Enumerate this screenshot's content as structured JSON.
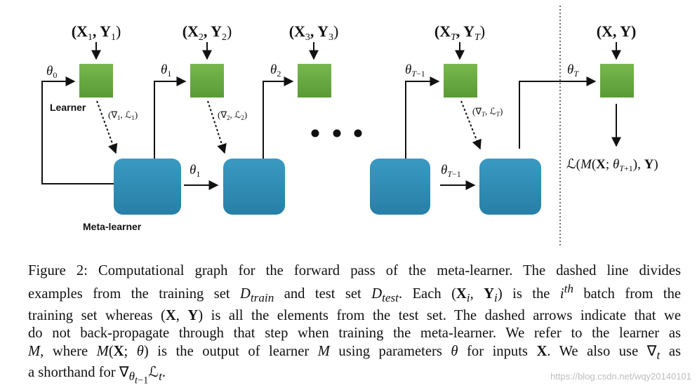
{
  "diagram": {
    "inputs": [
      "(X₁, Y₁)",
      "(X₂, Y₂)",
      "(X₃, Y₃)",
      "(X_T, Y_T)",
      "(X, Y)"
    ],
    "learner_params": [
      "θ₀",
      "θ₁",
      "θ₂",
      "θ_{T−1}",
      "θ_T"
    ],
    "gradient_labels": [
      "(∇₁, ℒ₁)",
      "(∇₂, ℒ₂)",
      "(∇_T, ℒ_T)"
    ],
    "meta_params": [
      "θ₁",
      "θ_{T−1}"
    ],
    "learner_label": "Learner",
    "meta_learner_label": "Meta-learner",
    "output_label": "ℒ(M(X; θ_{T+1}), Y)",
    "ellipsis": "• • •",
    "colors": {
      "learner": "#6aa844",
      "meta_learner": "#2f8db3"
    }
  },
  "caption": {
    "lines": [
      "Figure 2: Computational graph for the forward pass of the meta-learner. The dashed line divides",
      "examples from the training set D_train and test set D_test. Each (X_i, Y_i) is the i^th batch from the",
      "training set whereas (X, Y) is all the elements from the test set. The dashed arrows indicate that we",
      "do not back-propagate through that step when training the meta-learner. We refer to the learner as",
      "M, where M(X; θ) is the output of learner M using parameters θ for inputs X. We also use ∇_t as",
      "a shorthand for ∇_{θ_{t−1}} ℒ_t."
    ]
  },
  "watermark": "https://blog.csdn.net/wqy20140101"
}
